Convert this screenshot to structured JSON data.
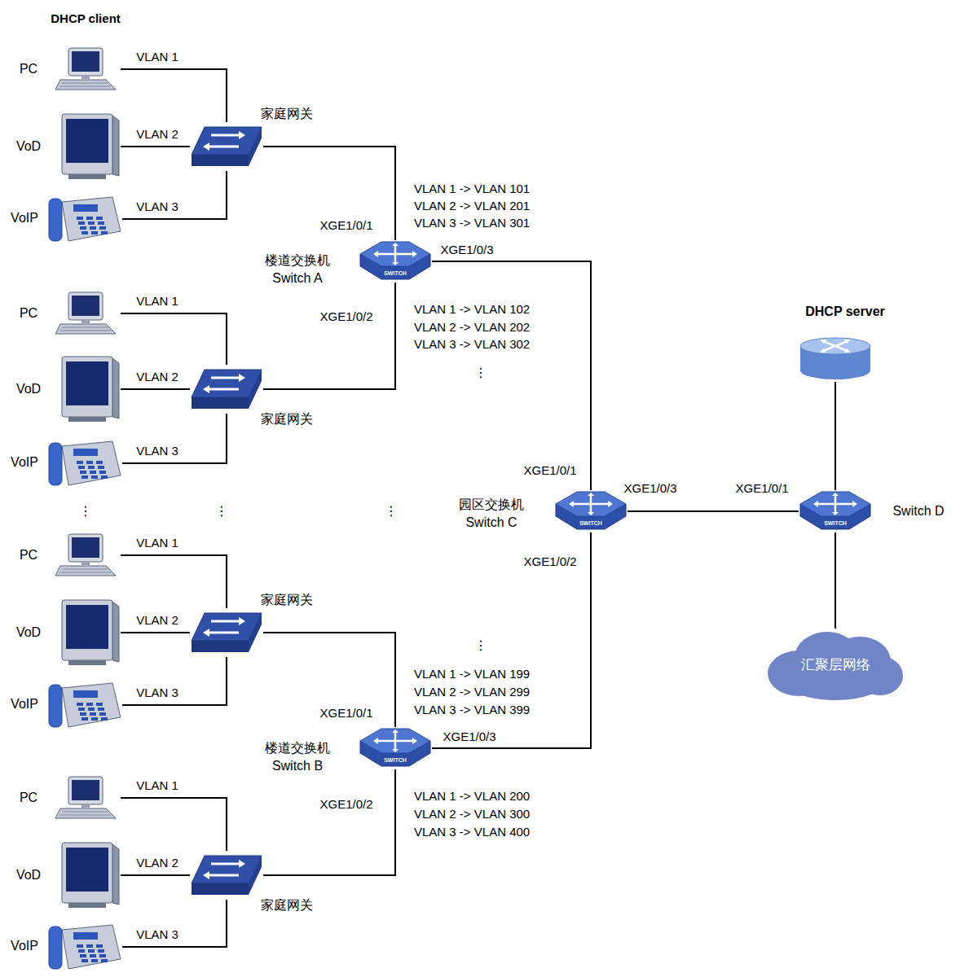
{
  "diagram": {
    "nodes": [
      {
        "text": [
          "PC"
        ]
      },
      {
        "text": [
          "VoD"
        ]
      },
      {
        "text": [
          "VoIP"
        ]
      },
      {
        "text": [
          "家庭网关"
        ]
      },
      {
        "text": [
          "楼道交换机 Switch A"
        ]
      },
      {
        "text": [
          "PC"
        ]
      },
      {
        "text": [
          "VoD"
        ]
      },
      {
        "text": [
          "VoIP"
        ]
      },
      {
        "text": [
          "家庭网关"
        ]
      },
      {
        "text": [
          "DHCP server"
        ]
      },
      {
        "text": [
          "园区交换机 Switch C"
        ]
      },
      {
        "text": [
          "Switch D"
        ]
      },
      {
        "text": [
          "PC"
        ]
      },
      {
        "text": [
          "VoD"
        ]
      },
      {
        "text": [
          "VoIP"
        ]
      },
      {
        "text": [
          "家庭网关"
        ]
      },
      {
        "text": [
          "汇聚层网络"
        ]
      },
      {
        "text": [
          "楼道交换机 Switch B"
        ]
      },
      {
        "text": [
          "PC"
        ]
      },
      {
        "text": [
          "VoD"
        ]
      },
      {
        "text": [
          "VoIP"
        ]
      },
      {
        "text": [
          "家庭网关"
        ]
      }
    ],
    "edges": [
      {
        "from": 0,
        "to": 3,
        "label": "VLAN 1",
        "arrow": "none"
      },
      {
        "from": 1,
        "to": 3,
        "label": "VLAN 2",
        "arrow": "none"
      },
      {
        "from": 2,
        "to": 3,
        "label": "VLAN 3",
        "arrow": "none"
      },
      {
        "from": 3,
        "to": 4,
        "arrow": "none"
      },
      {
        "from": 5,
        "to": 8,
        "label": "VLAN 1",
        "arrow": "none"
      },
      {
        "from": 6,
        "to": 8,
        "label": "VLAN 2",
        "arrow": "none"
      },
      {
        "from": 7,
        "to": 8,
        "label": "VLAN 3",
        "arrow": "none"
      },
      {
        "from": 8,
        "to": 4,
        "arrow": "none"
      },
      {
        "from": 4,
        "to": 10,
        "arrow": "none"
      },
      {
        "from": 10,
        "to": 11,
        "arrow": "none"
      },
      {
        "from": 11,
        "to": 9,
        "arrow": "none"
      },
      {
        "from": 11,
        "to": 16,
        "arrow": "none"
      },
      {
        "from": 12,
        "to": 15,
        "label": "VLAN 1",
        "arrow": "none"
      },
      {
        "from": 13,
        "to": 15,
        "label": "VLAN 2",
        "arrow": "none"
      },
      {
        "from": 14,
        "to": 15,
        "label": "VLAN 3",
        "arrow": "none"
      },
      {
        "from": 15,
        "to": 17,
        "arrow": "none"
      },
      {
        "from": 18,
        "to": 21,
        "label": "VLAN 1",
        "arrow": "none"
      },
      {
        "from": 19,
        "to": 21,
        "label": "VLAN 2",
        "arrow": "none"
      },
      {
        "from": 20,
        "to": 21,
        "label": "VLAN 3",
        "arrow": "none"
      },
      {
        "from": 21,
        "to": 17,
        "arrow": "none"
      },
      {
        "from": 17,
        "to": 10,
        "arrow": "none"
      }
    ],
    "labels": [
      "DHCP client",
      "VLAN 1 -> VLAN 101",
      "VLAN 2 -> VLAN 201",
      "VLAN 3 -> VLAN 301",
      "XGE1/0/1",
      "XGE1/0/3",
      "XGE1/0/2",
      "VLAN 1 -> VLAN 102",
      "VLAN 2 -> VLAN 202",
      "VLAN 3 -> VLAN 302",
      "⋮",
      "⋮",
      "⋮",
      "⋮",
      "XGE1/0/1",
      "XGE1/0/3",
      "XGE1/0/1",
      "XGE1/0/2",
      "⋮",
      "VLAN 1 -> VLAN 199",
      "VLAN 2 -> VLAN 299",
      "VLAN 3 -> VLAN 399",
      "XGE1/0/1",
      "XGE1/0/3",
      "XGE1/0/2",
      "VLAN 1 -> VLAN 200",
      "VLAN 2 -> VLAN 300",
      "VLAN 3 -> VLAN 400",
      "SWITCH",
      "SWITCH",
      "SWITCH",
      "SWITCH"
    ]
  }
}
